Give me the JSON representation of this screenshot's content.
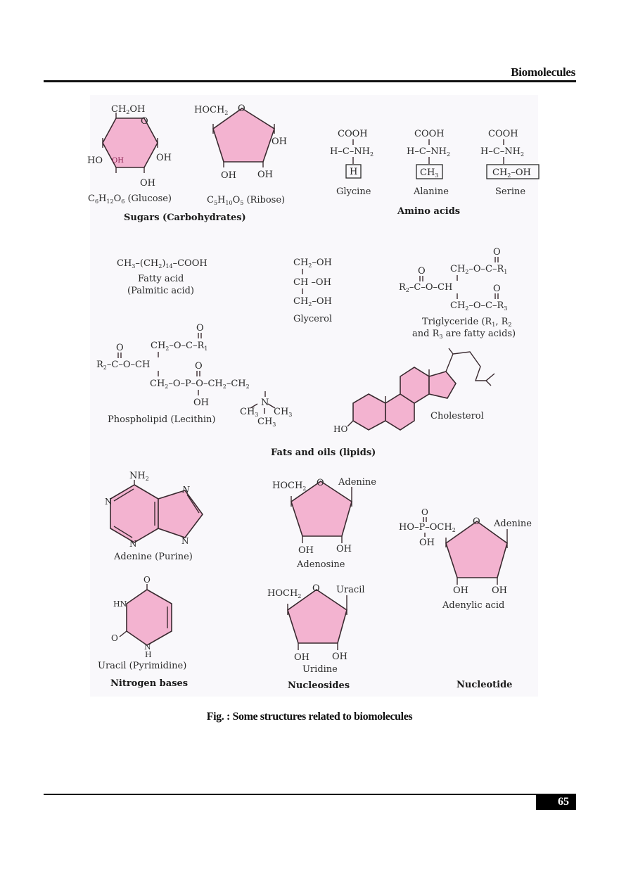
{
  "header": {
    "title": "Biomolecules"
  },
  "figure": {
    "caption": "Fig. : Some structures related to biomolecules",
    "pink_fill": "#f3b3d0",
    "panel_bg": "#f9f8fb",
    "sections": {
      "sugars": {
        "heading": "Sugars (Carbohydrates)",
        "glucose": {
          "label": "C6H12O6 (Glucose)",
          "formula": {
            "c": "C",
            "c_n": "6",
            "h": "H",
            "h_n": "12",
            "o": "O",
            "o_n": "6",
            "name": "(Glucose)"
          },
          "top": "CH2OH",
          "ring_o": "O",
          "left": "HO",
          "inner": "OH",
          "right": "OH",
          "bottom": "OH"
        },
        "ribose": {
          "label": "C5H10O5 (Ribose)",
          "formula": {
            "c": "C",
            "c_n": "5",
            "h": "H",
            "h_n": "10",
            "o": "O",
            "o_n": "5",
            "name": "(Ribose)"
          },
          "top": "HOCH2",
          "ring_o": "O",
          "right": "OH",
          "bottom_left": "OH",
          "bottom_right": "OH"
        }
      },
      "amino_acids": {
        "heading": "Amino acids",
        "items": [
          {
            "name": "Glycine",
            "group": "COOH",
            "left": "H",
            "right": "NH2",
            "center": "C",
            "r_group": "H"
          },
          {
            "name": "Alanine",
            "group": "COOH",
            "left": "H",
            "right": "NH2",
            "center": "C",
            "r_group": "CH3"
          },
          {
            "name": "Serine",
            "group": "COOH",
            "left": "H",
            "right": "NH2",
            "center": "C",
            "r_group": "CH2–OH"
          }
        ]
      },
      "lipids": {
        "heading": "Fats and oils (lipids)",
        "fatty_acid": {
          "formula": "CH3–(CH2)14–COOH",
          "label_1": "Fatty acid",
          "label_2": "(Palmitic acid)"
        },
        "glycerol": {
          "rows": [
            "CH2–OH",
            "CH –OH",
            "CH2–OH"
          ],
          "label": "Glycerol"
        },
        "triglyceride": {
          "row1": "CH2–O–C–R1",
          "row2": "R2–C–O–CH",
          "row3": "CH2–O–C–R3",
          "label_1": "Triglyceride (R1, R2",
          "label_2": "and R3 are fatty acids)"
        },
        "phospholipid": {
          "row1": "CH2–O–C–R1",
          "row2": "R2–C–O–CH",
          "row3": "CH2–O–P–O–CH2–CH2",
          "oh": "OH",
          "n": "N",
          "methyls": [
            "CH3",
            "CH3",
            "CH3"
          ],
          "label": "Phospholipid (Lecithin)"
        },
        "cholesterol": {
          "label": "Cholesterol",
          "ho": "HO"
        }
      },
      "nitrogen_bases": {
        "heading": "Nitrogen bases",
        "adenine": {
          "label": "Adenine (Purine)",
          "nh2": "NH2",
          "n": "N"
        },
        "uracil": {
          "label": "Uracil (Pyrimidine)",
          "hn": "HN",
          "o": "O",
          "nh": "N",
          "h": "H"
        }
      },
      "nucleosides": {
        "heading": "Nucleosides",
        "adenosine": {
          "label": "Adenosine",
          "top": "HOCH2",
          "ring_o": "O",
          "base": "Adenine",
          "oh_left": "OH",
          "oh_right": "OH"
        },
        "uridine": {
          "label": "Uridine",
          "top": "HOCH2",
          "ring_o": "O",
          "base": "Uracil",
          "oh_left": "OH",
          "oh_right": "OH"
        }
      },
      "nucleotide": {
        "heading": "Nucleotide",
        "adenylic_acid": {
          "label": "Adenylic acid",
          "phosphate": "HO–P–OCH2",
          "p_o": "O",
          "p_oh": "OH",
          "ring_o": "O",
          "base": "Adenine",
          "oh_left": "OH",
          "oh_right": "OH"
        }
      }
    }
  },
  "footer": {
    "page_number": "65"
  }
}
